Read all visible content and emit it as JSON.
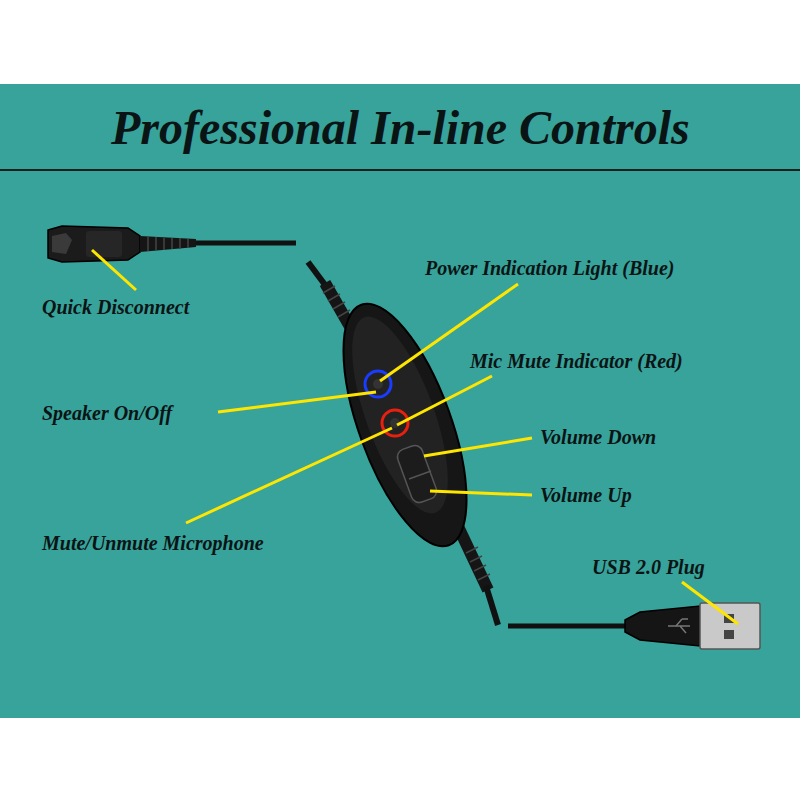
{
  "diagram": {
    "title": "Professional In-line Controls",
    "labels": [
      "Quick Disconnect",
      "Power Indication Light (Blue)",
      "Mic Mute Indicator (Red)",
      "Speaker On/Off",
      "Volume Down",
      "Volume Up",
      "Mute/Unmute Microphone",
      "USB 2.0 Plug"
    ]
  }
}
